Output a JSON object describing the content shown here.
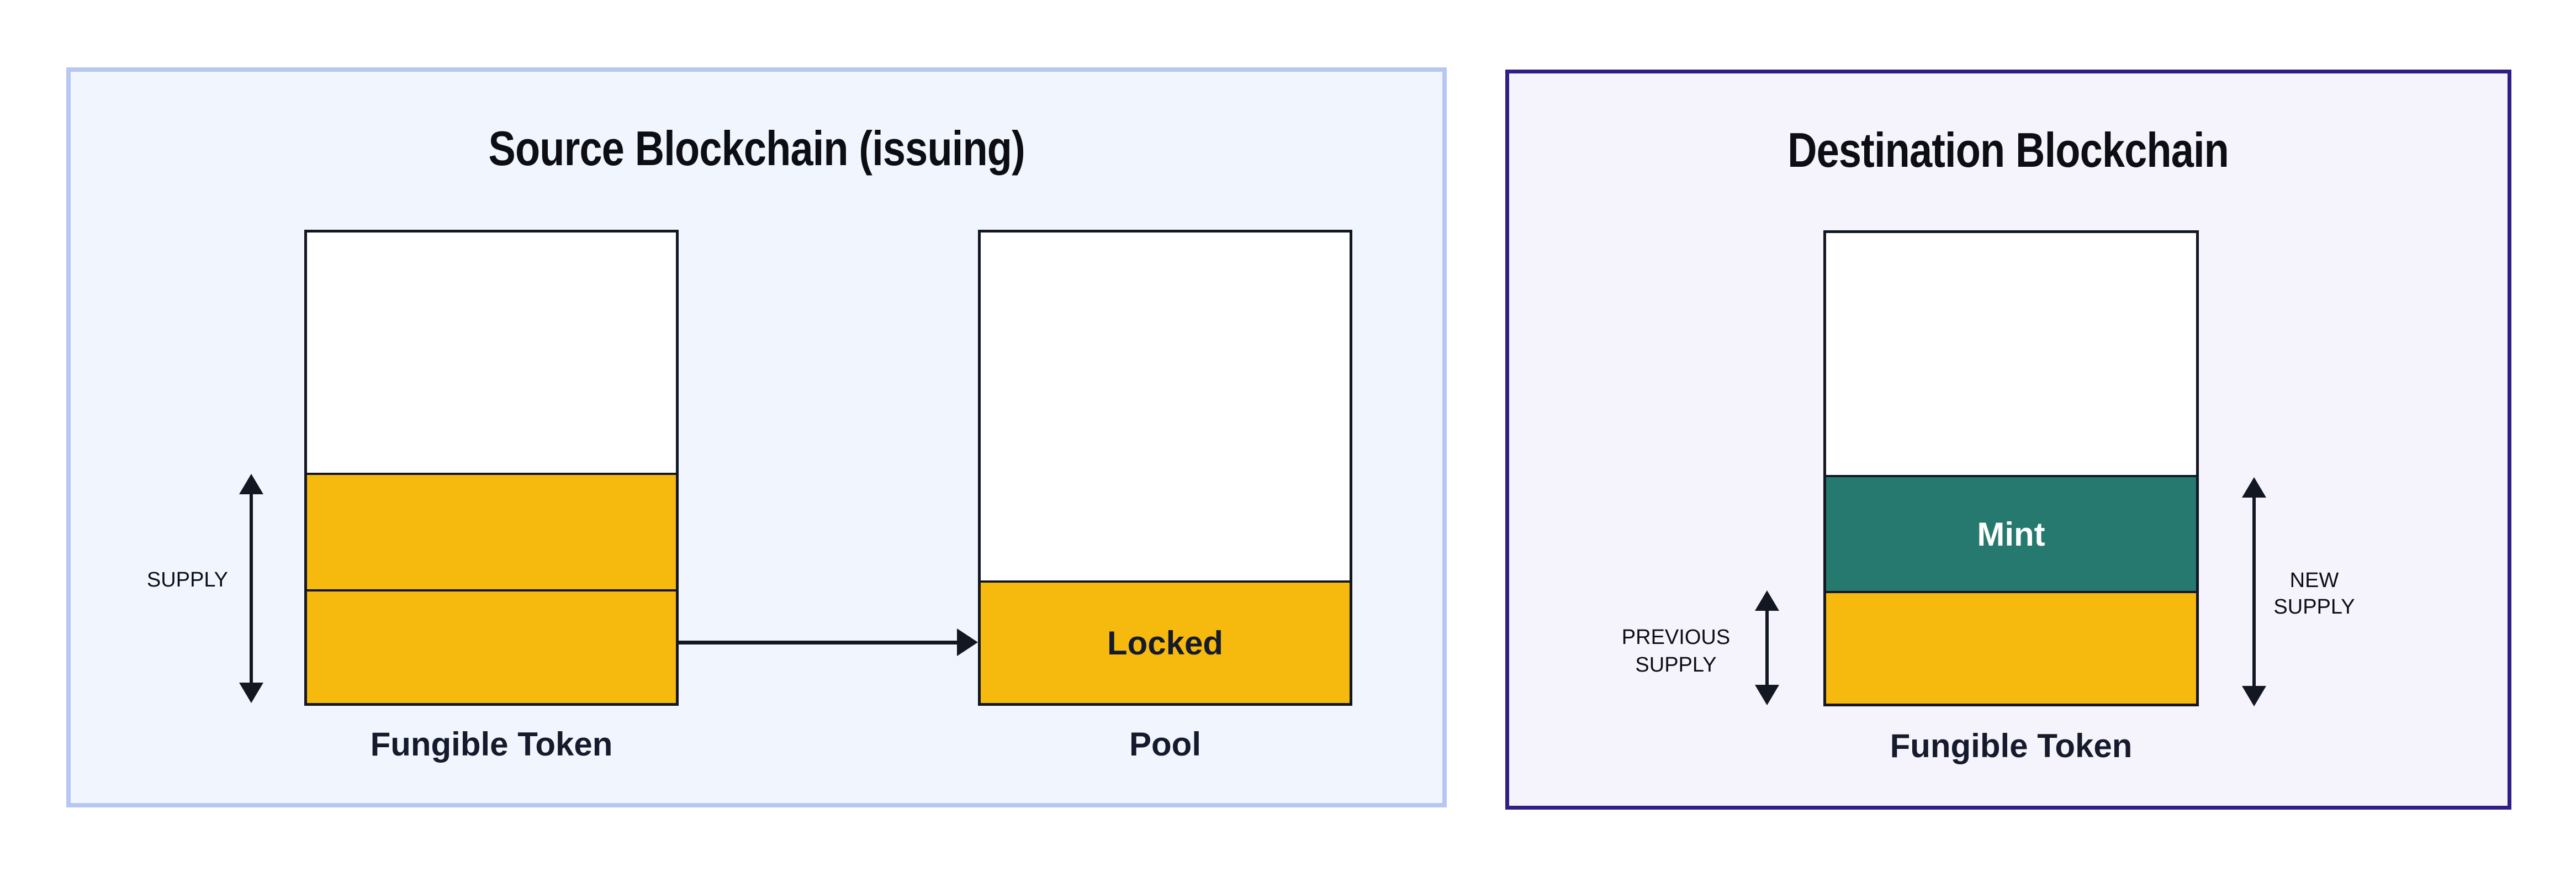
{
  "source_panel": {
    "title": "Source Blockchain (issuing)",
    "supply_label": "SUPPLY",
    "token_box_label": "Fungible Token",
    "pool_box_label": "Pool",
    "locked_label": "Locked"
  },
  "destination_panel": {
    "title": "Destination Blockchain",
    "previous_supply_line1": "PREVIOUS",
    "previous_supply_line2": "SUPPLY",
    "new_supply_line1": "NEW",
    "new_supply_line2": "SUPPLY",
    "mint_label": "Mint",
    "token_box_label": "Fungible Token"
  },
  "colors": {
    "token_yellow": "#f6b90d",
    "mint_teal": "#26796f",
    "line_dark": "#131722",
    "source_panel_bg": "#f1f5fd",
    "source_panel_border": "#b7c7f2",
    "destination_panel_bg": "#f5f3fb",
    "destination_panel_border": "#2f1e87"
  }
}
